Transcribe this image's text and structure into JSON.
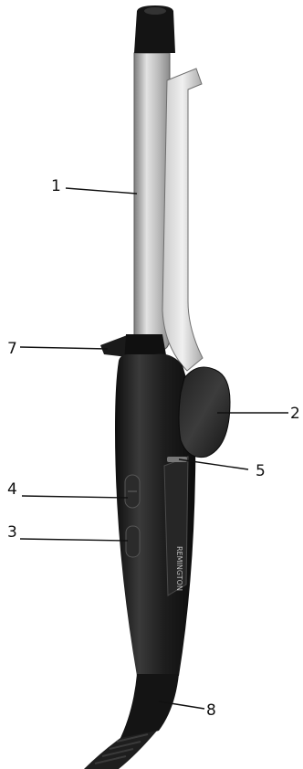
{
  "callouts": [
    {
      "id": "barrel",
      "label": "1"
    },
    {
      "id": "clamp-lever",
      "label": "2"
    },
    {
      "id": "button-lower",
      "label": "3"
    },
    {
      "id": "button-upper",
      "label": "4"
    },
    {
      "id": "indicator",
      "label": "5"
    },
    {
      "id": "cool-tip-stand",
      "label": "7"
    },
    {
      "id": "swivel-cord",
      "label": "8"
    }
  ],
  "brand_text": "REMINGTON",
  "colors": {
    "barrel_light": "#d4d4d4",
    "barrel_dark": "#8c8c8c",
    "body": "#1c1c1c",
    "body_highlight": "#3a3a3a",
    "tip": "#111111",
    "label_line": "#111111"
  }
}
